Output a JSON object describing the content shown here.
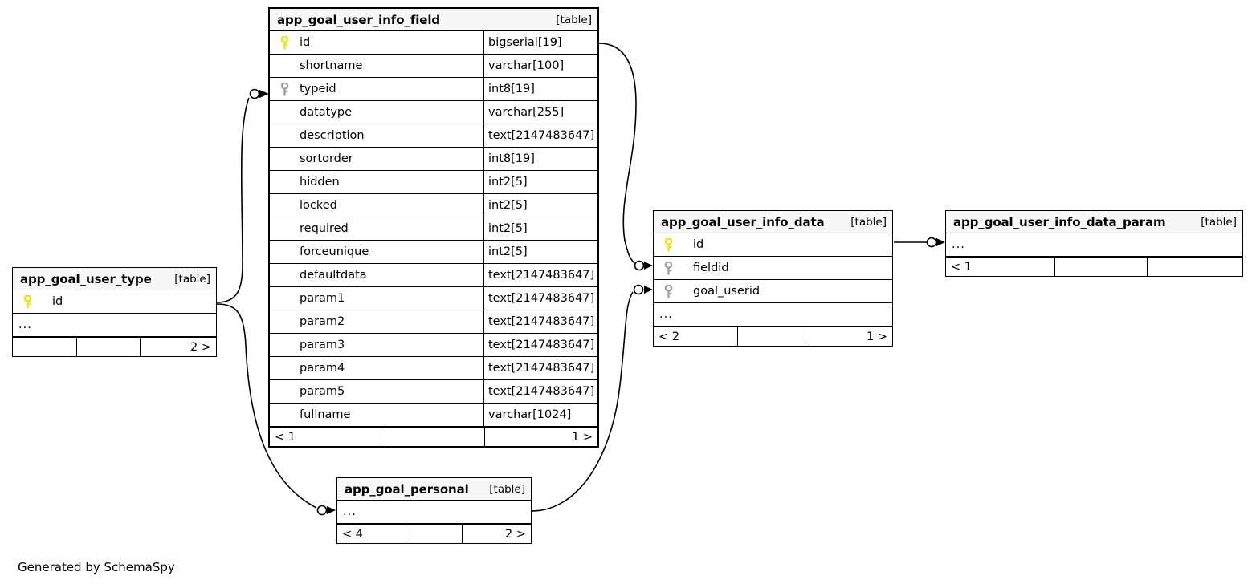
{
  "diagram": {
    "tool_caption": "Generated by SchemaSpy",
    "table_tag": "[table]",
    "ellipsis": "...",
    "colors": {
      "pk_key": "#e8e800",
      "fk_key": "#a0a0a0",
      "header_bg": "#f7f7f7",
      "border": "#000000",
      "background": "#ffffff"
    }
  },
  "tables": {
    "app_goal_user_info_field": {
      "name": "app_goal_user_info_field",
      "tag": "[table]",
      "columns": [
        {
          "key": "pk",
          "name": "id",
          "type": "bigserial[19]"
        },
        {
          "key": "none",
          "name": "shortname",
          "type": "varchar[100]"
        },
        {
          "key": "fk",
          "name": "typeid",
          "type": "int8[19]"
        },
        {
          "key": "none",
          "name": "datatype",
          "type": "varchar[255]"
        },
        {
          "key": "none",
          "name": "description",
          "type": "text[2147483647]"
        },
        {
          "key": "none",
          "name": "sortorder",
          "type": "int8[19]"
        },
        {
          "key": "none",
          "name": "hidden",
          "type": "int2[5]"
        },
        {
          "key": "none",
          "name": "locked",
          "type": "int2[5]"
        },
        {
          "key": "none",
          "name": "required",
          "type": "int2[5]"
        },
        {
          "key": "none",
          "name": "forceunique",
          "type": "int2[5]"
        },
        {
          "key": "none",
          "name": "defaultdata",
          "type": "text[2147483647]"
        },
        {
          "key": "none",
          "name": "param1",
          "type": "text[2147483647]"
        },
        {
          "key": "none",
          "name": "param2",
          "type": "text[2147483647]"
        },
        {
          "key": "none",
          "name": "param3",
          "type": "text[2147483647]"
        },
        {
          "key": "none",
          "name": "param4",
          "type": "text[2147483647]"
        },
        {
          "key": "none",
          "name": "param5",
          "type": "text[2147483647]"
        },
        {
          "key": "none",
          "name": "fullname",
          "type": "varchar[1024]"
        }
      ],
      "footer": {
        "left": "< 1",
        "middle": "",
        "right": "1 >"
      }
    },
    "app_goal_user_type": {
      "name": "app_goal_user_type",
      "tag": "[table]",
      "columns": [
        {
          "key": "pk",
          "name": "id",
          "type": ""
        }
      ],
      "has_ellipsis_row": true,
      "footer": {
        "left": "",
        "middle": "",
        "right": "2 >"
      }
    },
    "app_goal_user_info_data": {
      "name": "app_goal_user_info_data",
      "tag": "[table]",
      "columns": [
        {
          "key": "pk",
          "name": "id",
          "type": ""
        },
        {
          "key": "fk",
          "name": "fieldid",
          "type": ""
        },
        {
          "key": "fk",
          "name": "goal_userid",
          "type": ""
        }
      ],
      "has_ellipsis_row": true,
      "footer": {
        "left": "< 2",
        "middle": "",
        "right": "1 >"
      }
    },
    "app_goal_user_info_data_param": {
      "name": "app_goal_user_info_data_param",
      "tag": "[table]",
      "columns": [],
      "has_ellipsis_row": true,
      "footer": {
        "left": "< 1",
        "middle": "",
        "right": ""
      }
    },
    "app_goal_personal": {
      "name": "app_goal_personal",
      "tag": "[table]",
      "columns": [],
      "has_ellipsis_row": true,
      "footer": {
        "left": "< 4",
        "middle": "",
        "right": "2 >"
      }
    }
  },
  "relationships": [
    {
      "id": "rel-user-type-to-field-typeid",
      "from": "app_goal_user_type.id",
      "to": "app_goal_user_info_field.typeid"
    },
    {
      "id": "rel-field-id-to-data-fieldid",
      "from": "app_goal_user_info_field.id",
      "to": "app_goal_user_info_data.fieldid"
    },
    {
      "id": "rel-personal-to-data-goaluserid",
      "from": "app_goal_personal",
      "to": "app_goal_user_info_data.goal_userid"
    },
    {
      "id": "rel-data-id-to-param",
      "from": "app_goal_user_info_data.id",
      "to": "app_goal_user_info_data_param"
    },
    {
      "id": "rel-user-type-to-personal",
      "from": "app_goal_user_type.id",
      "to": "app_goal_personal"
    }
  ]
}
